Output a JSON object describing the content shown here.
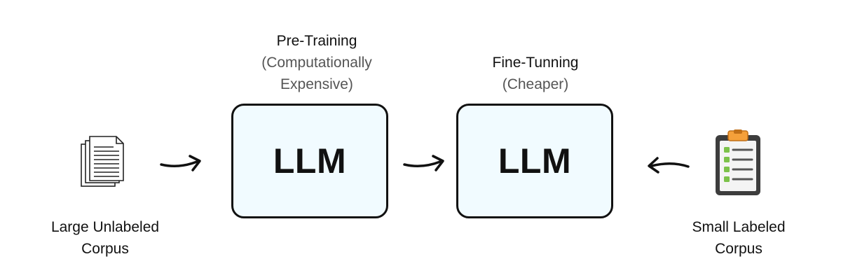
{
  "input": {
    "label_line1": "Large Unlabeled",
    "label_line2": "Corpus",
    "icon": "document-stack-icon"
  },
  "pretraining": {
    "title": "Pre-Training",
    "note_line1": "(Computationally",
    "note_line2": "Expensive)",
    "model_label": "LLM"
  },
  "finetuning": {
    "title": "Fine-Tunning",
    "note": "(Cheaper)",
    "model_label": "LLM"
  },
  "labeled_data": {
    "label_line1": "Small Labeled",
    "label_line2": "Corpus",
    "icon": "clipboard-checklist-icon"
  },
  "colors": {
    "box_fill": "#f1fbff",
    "box_border": "#111111",
    "clip_orange": "#f5a03a",
    "check_green": "#7cc24a"
  }
}
